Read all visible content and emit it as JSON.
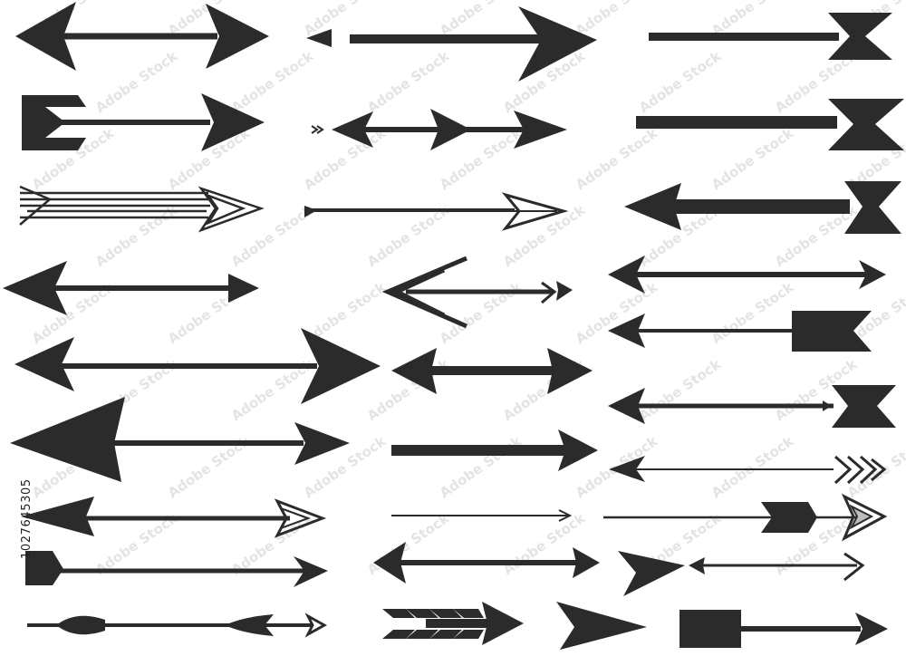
{
  "stock_id": "1027645305",
  "watermark_brand": "Adobe Stock",
  "ink_color": "#2b2b2b",
  "watermark_color": "#e4e4e4",
  "arrow_count": 30
}
